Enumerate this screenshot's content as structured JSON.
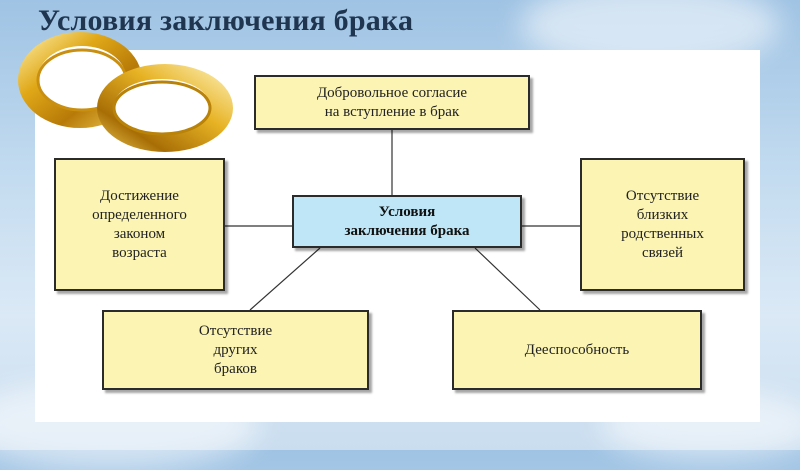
{
  "title": "Условия заключения брака",
  "diagram": {
    "center": "Условия\nзаключения брака",
    "top": "Добровольное согласие\nна вступление в брак",
    "left": "Достижение\nопределенного\nзаконом\nвозраста",
    "right": "Отсутствие\nблизких\nродственных\nсвязей",
    "bottom_left": "Отсутствие\nдругих\nбраков",
    "bottom_right": "Дееспособность"
  },
  "colors": {
    "node_fill": "#fbf4b3",
    "center_fill": "#bfe6f6",
    "title": "#1f3550"
  },
  "icons": [
    "wedding-rings-image"
  ]
}
